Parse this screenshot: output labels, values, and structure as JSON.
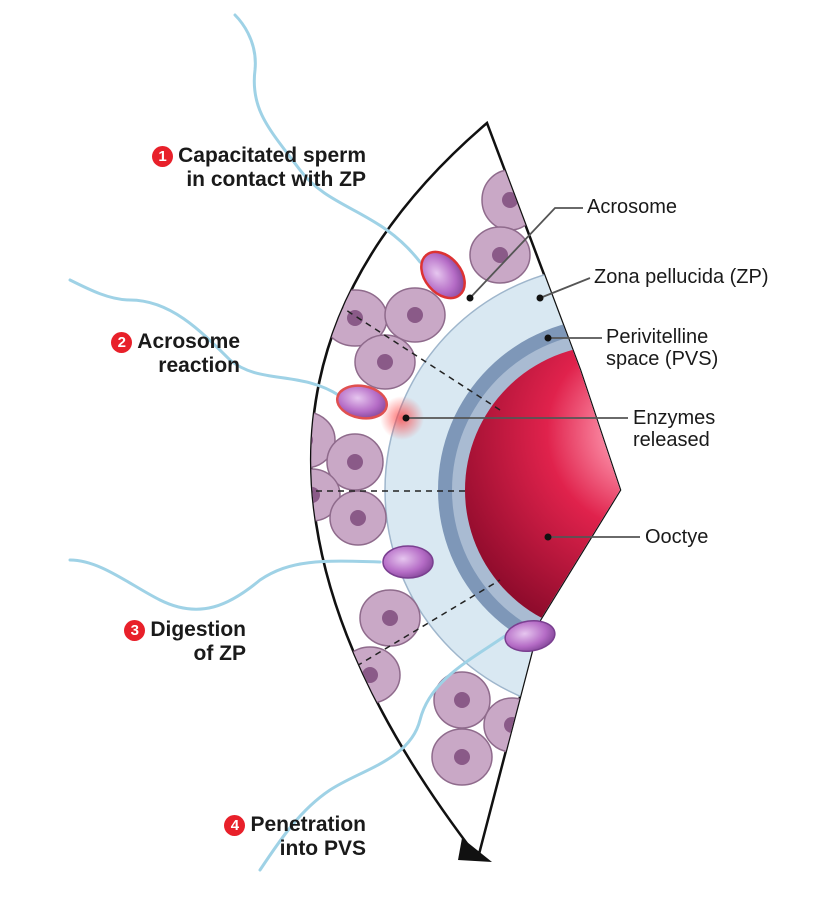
{
  "steps": [
    {
      "number": "1",
      "line1": "Capacitated sperm",
      "line2": "in contact with ZP"
    },
    {
      "number": "2",
      "line1": "Acrosome",
      "line2": "reaction"
    },
    {
      "number": "3",
      "line1": "Digestion",
      "line2": "of ZP"
    },
    {
      "number": "4",
      "line1": "Penetration",
      "line2": "into PVS"
    }
  ],
  "callouts": {
    "acrosome": "Acrosome",
    "zona": "Zona pellucida (ZP)",
    "pvs_line1": "Perivitelline",
    "pvs_line2": "space (PVS)",
    "enzymes_line1": "Enzymes",
    "enzymes_line2": "released",
    "oocyte": "Ooctye"
  },
  "colors": {
    "step_badge": "#e8202a",
    "oocyte": "#d4163f",
    "zona": "#d9e8f2",
    "pvs": "#7e97b8",
    "cumulus_cell": "#c9a8c6",
    "sperm_head": "#b56cc6",
    "tail": "#9fd2e6"
  }
}
